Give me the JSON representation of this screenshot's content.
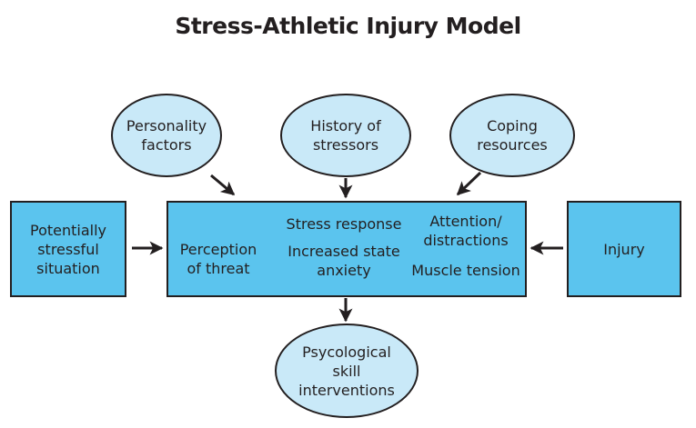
{
  "title": "Stress-Athletic Injury Model",
  "nodes": {
    "personality": "Personality\nfactors",
    "history": "History of\nstressors",
    "coping": "Coping\nresources",
    "situation": "Potentially\nstressful\nsituation",
    "injury": "Injury",
    "interventions": "Psycological\nskill\ninterventions"
  },
  "central": {
    "perception": "Perception\nof threat",
    "stress_response": "Stress response",
    "anxiety": "Increased state\nanxiety",
    "attention": "Attention/\ndistractions",
    "muscle": "Muscle tension"
  },
  "colors": {
    "box_fill": "#5bc4ee",
    "oval_fill": "#c9e9f8",
    "stroke": "#231f20"
  }
}
